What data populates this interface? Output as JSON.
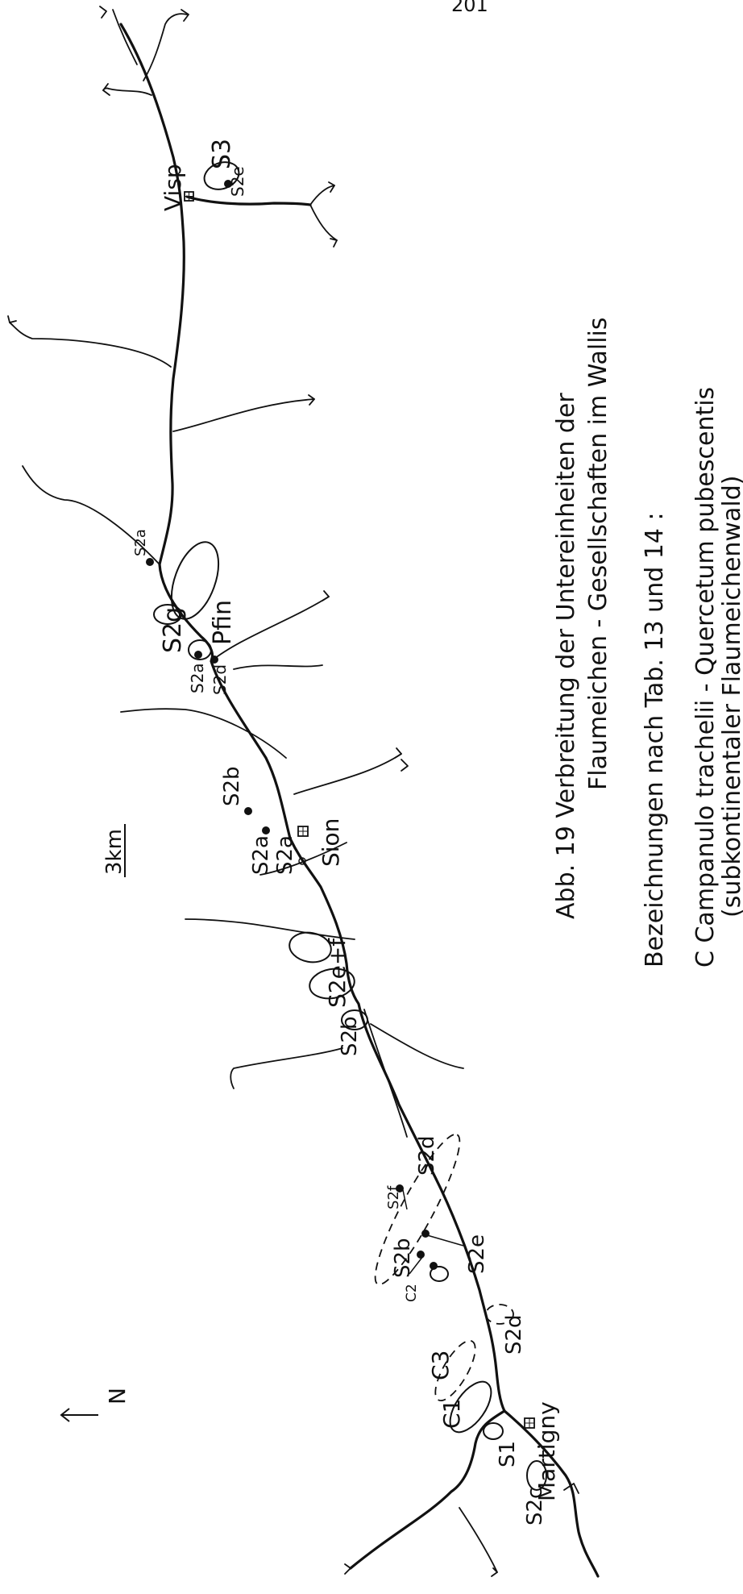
{
  "page_number": "201",
  "caption": {
    "title_line1": "Abb. 19   Verbreitung der Untereinheiten der",
    "title_line2": "Flaumeichen - Gesellschaften im Wallis",
    "legend_intro": "Bezeichnungen nach Tab. 13 und 14 :",
    "legend_c_line1": "C   Campanulo trachelii - Quercetum pubescentis",
    "legend_c_line2": "(subkontinentaler Flaumeichenwald)"
  },
  "scale_bar": "3km",
  "north_arrow": "N",
  "towns": {
    "visp": "Visp",
    "pfin": "Pfin",
    "sion": "Sion",
    "martigny": "Martigny"
  },
  "labels": {
    "s3": "S3",
    "s2e_visp": "S2e",
    "s2a_pfin_north": "S2a",
    "s2g": "S2g",
    "s2a_pfin": "S2a",
    "s2d_pfin": "S2d",
    "s2b_sion": "S2b",
    "s2a_sion_dot": "S2a",
    "s2a_sion_open": "S2a",
    "s2e_f": "S2e+f",
    "s2b_open": "S2b",
    "s2d_east": "S2d",
    "s2f": "S2f",
    "s2e_mid": "S2e",
    "s2b_mid": "S2b",
    "c2_small": "C2",
    "s2d_south": "S2d",
    "c3": "C3",
    "c1": "C1",
    "s1": "S1",
    "s2c": "S2c"
  },
  "icons": {
    "town": "square-grid-icon",
    "north": "arrow-left-icon",
    "river_source": "arrowhead-icon"
  }
}
